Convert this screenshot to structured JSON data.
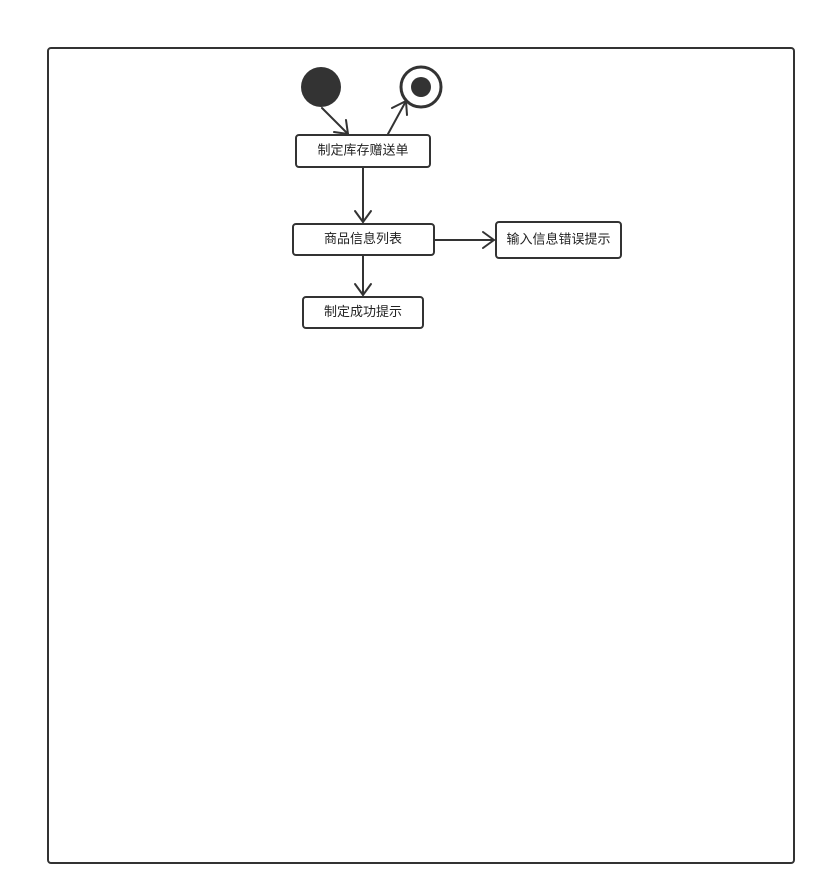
{
  "diagram": {
    "type": "activity",
    "colors": {
      "stroke": "#333333",
      "fill": "#ffffff",
      "text": "#222222"
    },
    "nodes": {
      "start": {
        "kind": "initial-node"
      },
      "end": {
        "kind": "final-node"
      },
      "make_gift_order": {
        "label": "制定库存赠送单"
      },
      "product_list": {
        "label": "商品信息列表"
      },
      "input_error": {
        "label": "输入信息错误提示"
      },
      "make_success": {
        "label": "制定成功提示"
      }
    },
    "edges": [
      {
        "from": "start",
        "to": "make_gift_order"
      },
      {
        "from": "make_gift_order",
        "to": "end"
      },
      {
        "from": "make_gift_order",
        "to": "product_list"
      },
      {
        "from": "product_list",
        "to": "input_error"
      },
      {
        "from": "product_list",
        "to": "make_success"
      }
    ]
  }
}
